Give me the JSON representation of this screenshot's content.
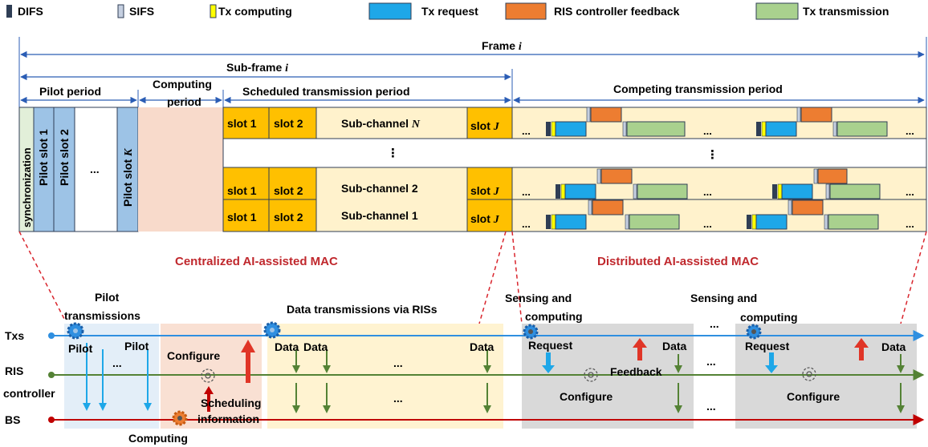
{
  "legend": {
    "difs": "DIFS",
    "sifs": "SIFS",
    "tx_computing": "Tx computing",
    "tx_request": "Tx request",
    "ris_feedback": "RIS controller feedback",
    "tx_transmission": "Tx transmission"
  },
  "frame": {
    "frame_label": "Frame ",
    "frame_var": "i",
    "subframe_label": "Sub-frame ",
    "subframe_var": "i",
    "pilot_period": "Pilot period",
    "computing_period_1": "Computing",
    "computing_period_2": "period",
    "scheduled_period": "Scheduled transmission period",
    "competing_period": "Competing transmission period",
    "synchronization": "synchronization",
    "pilot_slot_1": "Pilot slot 1",
    "pilot_slot_2": "Pilot slot 2",
    "pilot_slot_k_prefix": "Pilot slot ",
    "pilot_slot_k_var": "K",
    "ellipsis": "...",
    "vdots": "⋮",
    "slot1": "slot 1",
    "slot2": "slot 2",
    "slot_j_prefix": "slot ",
    "slot_j_var": "J",
    "subch_n_prefix": "Sub-channel ",
    "subch_n_var": "N",
    "subch_2": "Sub-channel 2",
    "subch_1": "Sub-channel 1"
  },
  "mac": {
    "centralized": "Centralized AI-assisted MAC",
    "distributed": "Distributed AI-assisted MAC"
  },
  "timeline": {
    "txs": "Txs",
    "ris_1": "RIS",
    "ris_2": "controller",
    "bs": "BS",
    "pilot_tx_1": "Pilot",
    "pilot_tx_2": "transmissions",
    "pilot": "Pilot",
    "configure": "Configure",
    "sched_1": "Scheduling",
    "sched_2": "information",
    "computing": "Computing",
    "data_via_ris": "Data transmissions via RISs",
    "data": "Data",
    "sensing_1": "Sensing and",
    "sensing_2": "computing",
    "request": "Request",
    "feedback": "Feedback"
  },
  "colors": {
    "difs": "#2f3e55",
    "sifs": "#c5cfe0",
    "tx_computing": "#ffff00",
    "tx_request": "#1ea7e8",
    "ris_feedback": "#ed7d31",
    "tx_transmission": "#a9d18e",
    "blue_line": "#2f8fe0",
    "green_line": "#548235",
    "red_line": "#c00000",
    "mac_label": "#c0282d"
  }
}
